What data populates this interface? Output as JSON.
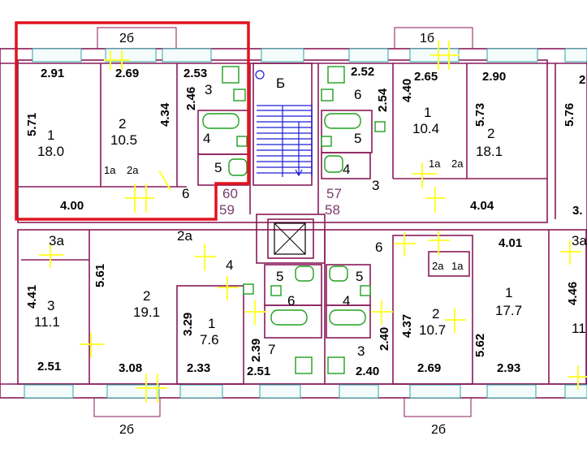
{
  "balcony_labels": [
    {
      "id": "balcony-top-left",
      "text": "2б"
    },
    {
      "id": "balcony-top-right",
      "text": "1б"
    },
    {
      "id": "balcony-bottom-left",
      "text": "2б"
    },
    {
      "id": "balcony-bottom-right",
      "text": "2б"
    }
  ],
  "dimensions": [
    {
      "id": "dim-291",
      "text": "2.91"
    },
    {
      "id": "dim-269-top",
      "text": "2.69"
    },
    {
      "id": "dim-253",
      "text": "2.53"
    },
    {
      "id": "dim-252",
      "text": "2.52"
    },
    {
      "id": "dim-265",
      "text": "2.65"
    },
    {
      "id": "dim-290",
      "text": "2.90"
    },
    {
      "id": "dim-2-cut",
      "text": "2"
    },
    {
      "id": "dim-400",
      "text": "4.00"
    },
    {
      "id": "dim-404",
      "text": "4.04"
    },
    {
      "id": "dim-3-cut",
      "text": "3."
    },
    {
      "id": "dim-401",
      "text": "4.01"
    },
    {
      "id": "dim-251",
      "text": "2.51"
    },
    {
      "id": "dim-308",
      "text": "3.08"
    },
    {
      "id": "dim-233",
      "text": "2.33"
    },
    {
      "id": "dim-251-b",
      "text": "2.51"
    },
    {
      "id": "dim-240-b",
      "text": "2.40"
    },
    {
      "id": "dim-269-b",
      "text": "2.69"
    },
    {
      "id": "dim-293",
      "text": "2.93"
    }
  ],
  "vertical_dimensions": [
    {
      "id": "vdim-571",
      "text": "5.71"
    },
    {
      "id": "vdim-434",
      "text": "4.34"
    },
    {
      "id": "vdim-246",
      "text": "2.46"
    },
    {
      "id": "vdim-254",
      "text": "2.54"
    },
    {
      "id": "vdim-440",
      "text": "4.40"
    },
    {
      "id": "vdim-573",
      "text": "5.73"
    },
    {
      "id": "vdim-576",
      "text": "5.76"
    },
    {
      "id": "vdim-441",
      "text": "4.41"
    },
    {
      "id": "vdim-561",
      "text": "5.61"
    },
    {
      "id": "vdim-329",
      "text": "3.29"
    },
    {
      "id": "vdim-239",
      "text": "2.39"
    },
    {
      "id": "vdim-437",
      "text": "4.37"
    },
    {
      "id": "vdim-240",
      "text": "2.40"
    },
    {
      "id": "vdim-562",
      "text": "5.62"
    },
    {
      "id": "vdim-446",
      "text": "4.46"
    }
  ],
  "room_numbers": [
    {
      "id": "room-1-a",
      "text": "1"
    },
    {
      "id": "room-2-a",
      "text": "2"
    },
    {
      "id": "room-3-a",
      "text": "3"
    },
    {
      "id": "room-4-a",
      "text": "4"
    },
    {
      "id": "room-5-a",
      "text": "5"
    },
    {
      "id": "room-6-a",
      "text": "6"
    },
    {
      "id": "room-1a-a",
      "text": "1а"
    },
    {
      "id": "room-2a-a",
      "text": "2а"
    },
    {
      "id": "room-stair",
      "text": "Б"
    },
    {
      "id": "room-6-b",
      "text": "6"
    },
    {
      "id": "room-5-b",
      "text": "5"
    },
    {
      "id": "room-4-b",
      "text": "4"
    },
    {
      "id": "room-3-b",
      "text": "3"
    },
    {
      "id": "room-1-b",
      "text": "1"
    },
    {
      "id": "room-2-b",
      "text": "2"
    },
    {
      "id": "room-1a-b",
      "text": "1а"
    },
    {
      "id": "room-2a-b",
      "text": "2а"
    },
    {
      "id": "room-3a-c",
      "text": "3а"
    },
    {
      "id": "room-3-c",
      "text": "3"
    },
    {
      "id": "room-2a-c",
      "text": "2а"
    },
    {
      "id": "room-2-c",
      "text": "2"
    },
    {
      "id": "room-4-c",
      "text": "4"
    },
    {
      "id": "room-1-c",
      "text": "1"
    },
    {
      "id": "room-5-c",
      "text": "5"
    },
    {
      "id": "room-6-c",
      "text": "6"
    },
    {
      "id": "room-7-c",
      "text": "7"
    },
    {
      "id": "room-5-d",
      "text": "5"
    },
    {
      "id": "room-4-d",
      "text": "4"
    },
    {
      "id": "room-3-d",
      "text": "3"
    },
    {
      "id": "room-6-d",
      "text": "6"
    },
    {
      "id": "room-2a-d",
      "text": "2а"
    },
    {
      "id": "room-1a-d",
      "text": "1а"
    },
    {
      "id": "room-2-d",
      "text": "2"
    },
    {
      "id": "room-1-d",
      "text": "1"
    },
    {
      "id": "room-3a-e",
      "text": "3а"
    }
  ],
  "areas": [
    {
      "id": "area-180",
      "text": "18.0"
    },
    {
      "id": "area-105",
      "text": "10.5"
    },
    {
      "id": "area-104",
      "text": "10.4"
    },
    {
      "id": "area-181",
      "text": "18.1"
    },
    {
      "id": "area-111",
      "text": "11.1"
    },
    {
      "id": "area-191",
      "text": "19.1"
    },
    {
      "id": "area-76",
      "text": "7.6"
    },
    {
      "id": "area-107",
      "text": "10.7"
    },
    {
      "id": "area-177",
      "text": "17.7"
    },
    {
      "id": "area-11-cut",
      "text": "11"
    }
  ],
  "apartment_numbers": [
    {
      "id": "apt-60",
      "text": "60"
    },
    {
      "id": "apt-59",
      "text": "59"
    },
    {
      "id": "apt-57",
      "text": "57"
    },
    {
      "id": "apt-58",
      "text": "58"
    }
  ],
  "colors": {
    "walls": "#8a1a5a",
    "windows": "#2aa6a6",
    "highlight": "#e0141e",
    "apartment_numbers": "#7a3b6e",
    "plumbing": "#1ea01e",
    "stairs": "#1c1cd6",
    "door_ticks": "#ffff30"
  }
}
